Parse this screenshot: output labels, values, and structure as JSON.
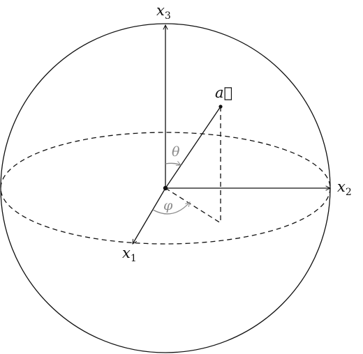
{
  "axes": {
    "x1": {
      "base": "x",
      "sub": "1"
    },
    "x2": {
      "base": "x",
      "sub": "2"
    },
    "x3": {
      "base": "x",
      "sub": "3"
    }
  },
  "vector_label": "a⃗",
  "angles": {
    "theta": "θ",
    "phi": "φ"
  },
  "colors": {
    "stroke": "#111111",
    "angle": "#8a8a8a",
    "background": "#ffffff"
  }
}
